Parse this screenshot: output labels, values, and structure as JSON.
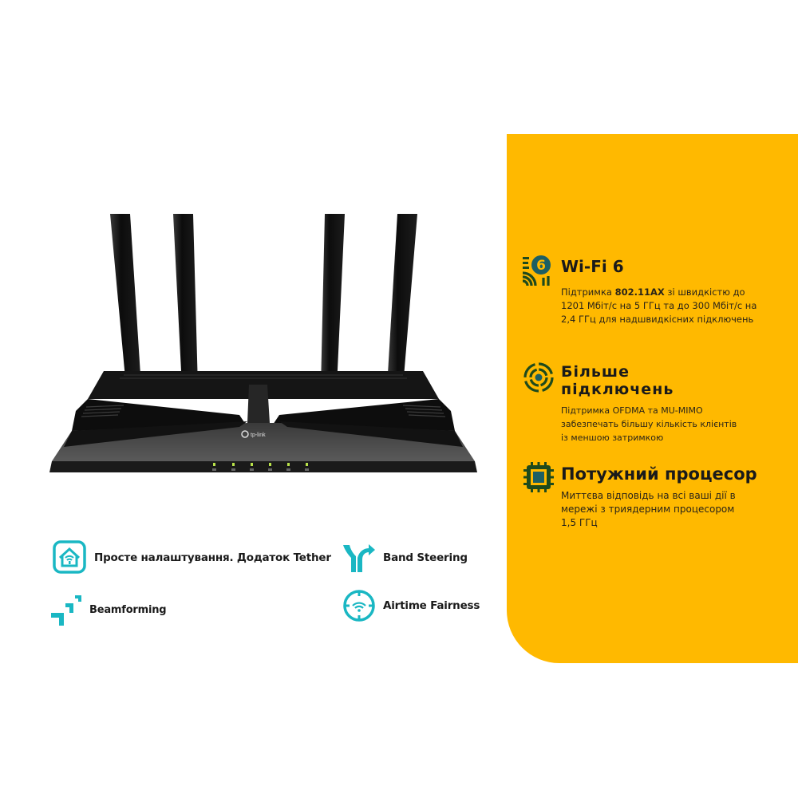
{
  "colors": {
    "panel_bg": "#ffb900",
    "panel_icon_green": "#1f4a1c",
    "panel_icon_blue": "#1d5f63",
    "accent_teal": "#1ab7c3",
    "text_dark": "#1a1a1a"
  },
  "product": {
    "brand_logo_text": "tp-link",
    "led_count": 6,
    "antenna_count": 4
  },
  "features": [
    {
      "icon": "wifi6-icon",
      "title": "Wi-Fi 6",
      "desc_pre": "Підтримка ",
      "desc_bold": "802.11AX",
      "desc_post": " зі швидкістю до",
      "desc_line2": "1201 Мбіт/с на 5 ГГц та до 300 Мбіт/с на",
      "desc_line3": "2,4 ГГц для надшвидкісних підключень"
    },
    {
      "icon": "more-connections-icon",
      "title_line1": "Більше",
      "title_line2": "підключень",
      "desc_line1": "Підтримка OFDMA та MU-MIMO",
      "desc_line2": "забезпечать більшу кількість клієнтів",
      "desc_line3": "із меншою затримкою"
    },
    {
      "icon": "processor-icon",
      "title": "Потужний процесор",
      "desc_line1": "Миттєва відповідь на всі ваші дії в",
      "desc_line2": "мережі з триядерним процесором",
      "desc_line3": "1,5 ГГц"
    }
  ],
  "mini_features": [
    {
      "icon": "tether-app-home-icon",
      "label": "Просте налаштування. Додаток Tether"
    },
    {
      "icon": "beamforming-icon",
      "label": "Beamforming"
    },
    {
      "icon": "band-steering-icon",
      "label": "Band Steering"
    },
    {
      "icon": "airtime-fairness-icon",
      "label": "Airtime Fairness"
    }
  ]
}
